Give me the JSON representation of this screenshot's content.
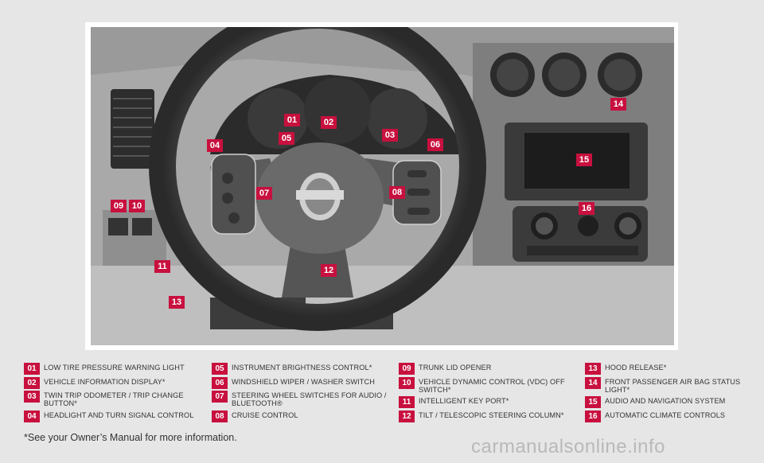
{
  "callouts": {
    "c01": "01",
    "c02": "02",
    "c03": "03",
    "c04": "04",
    "c05": "05",
    "c06": "06",
    "c07": "07",
    "c08": "08",
    "c09": "09",
    "c10": "10",
    "c11": "11",
    "c12": "12",
    "c13": "13",
    "c14": "14",
    "c15": "15",
    "c16": "16"
  },
  "legend": [
    {
      "num": "01",
      "text": "LOW TIRE PRESSURE WARNING LIGHT"
    },
    {
      "num": "02",
      "text": "VEHICLE INFORMATION DISPLAY*"
    },
    {
      "num": "03",
      "text": "TWIN TRIP ODOMETER / TRIP CHANGE BUTTON*"
    },
    {
      "num": "04",
      "text": "HEADLIGHT AND TURN SIGNAL CONTROL"
    },
    {
      "num": "05",
      "text": "INSTRUMENT BRIGHTNESS CONTROL*"
    },
    {
      "num": "06",
      "text": "WINDSHIELD WIPER / WASHER SWITCH"
    },
    {
      "num": "07",
      "text": "STEERING WHEEL SWITCHES FOR AUDIO / BLUETOOTH®"
    },
    {
      "num": "08",
      "text": "CRUISE CONTROL"
    },
    {
      "num": "09",
      "text": "TRUNK LID OPENER"
    },
    {
      "num": "10",
      "text": "VEHICLE DYNAMIC CONTROL (VDC) OFF SWITCH*"
    },
    {
      "num": "11",
      "text": "INTELLIGENT KEY PORT*"
    },
    {
      "num": "12",
      "text": "TILT / TELESCOPIC STEERING COLUMN*"
    },
    {
      "num": "13",
      "text": "HOOD RELEASE*"
    },
    {
      "num": "14",
      "text": "FRONT PASSENGER AIR BAG STATUS LIGHT*"
    },
    {
      "num": "15",
      "text": "AUDIO AND NAVIGATION SYSTEM"
    },
    {
      "num": "16",
      "text": "AUTOMATIC CLIMATE CONTROLS"
    }
  ],
  "footnote": "*See your Owner’s Manual for more information.",
  "watermark": "carmanualsonline.info",
  "colors": {
    "accent": "#c8103e",
    "page_bg": "#e6e6e7"
  }
}
